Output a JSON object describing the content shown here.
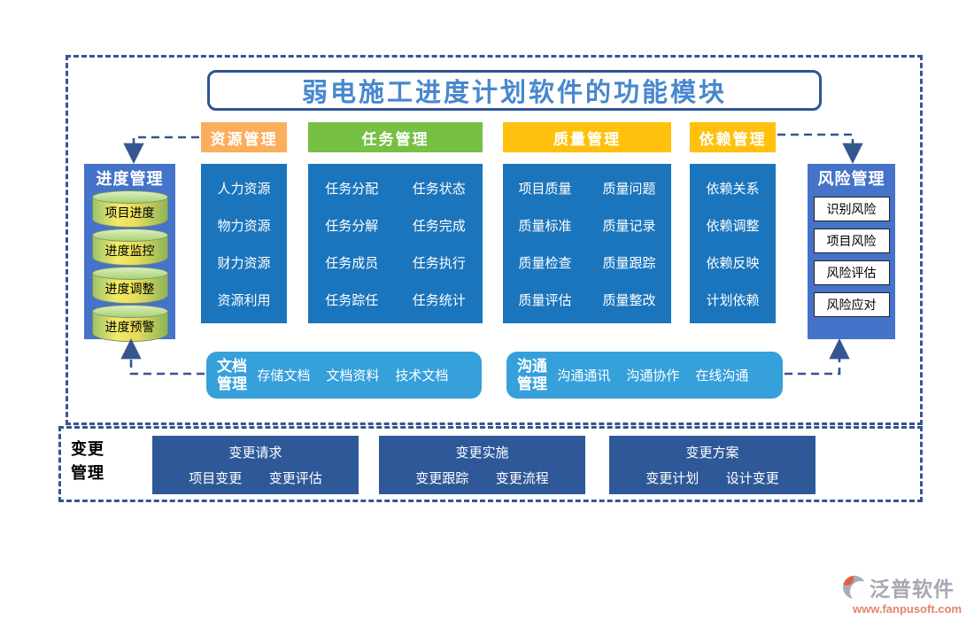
{
  "title": "弱电施工进度计划软件的功能模块",
  "colors": {
    "deep_blue": "#1B75BC",
    "panel_blue": "#4573C9",
    "sky_blue": "#36A0DB",
    "navy": "#2E5898",
    "orange": "#FBAE5B",
    "green": "#76C043",
    "gold": "#FFC10D",
    "dash_border": "#35568F",
    "title_text": "#4788CE",
    "logo_grey": "#A7A7B3",
    "logo_url_color": "#E4826E"
  },
  "left_panel": {
    "title": "进度管理",
    "items": [
      "项目进度",
      "进度监控",
      "进度调整",
      "进度预警"
    ]
  },
  "right_panel": {
    "title": "风险管理",
    "items": [
      "识别风险",
      "项目风险",
      "风险评估",
      "风险应对"
    ]
  },
  "columns": [
    {
      "title": "资源管理",
      "items": [
        "人力资源",
        "物力资源",
        "财力资源",
        "资源利用"
      ]
    },
    {
      "title": "任务管理",
      "rows": [
        [
          "任务分配",
          "任务状态"
        ],
        [
          "任务分解",
          "任务完成"
        ],
        [
          "任务成员",
          "任务执行"
        ],
        [
          "任务踪任",
          "任务统计"
        ]
      ]
    },
    {
      "title": "质量管理",
      "rows": [
        [
          "项目质量",
          "质量问题"
        ],
        [
          "质量标准",
          "质量记录"
        ],
        [
          "质量检查",
          "质量跟踪"
        ],
        [
          "质量评估",
          "质量整改"
        ]
      ]
    },
    {
      "title": "依赖管理",
      "items": [
        "依赖关系",
        "依赖调整",
        "依赖反映",
        "计划依赖"
      ]
    }
  ],
  "doc_bar": {
    "title": "文档管理",
    "items": [
      "存储文档",
      "文档资料",
      "技术文档"
    ]
  },
  "comm_bar": {
    "title": "沟通管理",
    "items": [
      "沟通通讯",
      "沟通协作",
      "在线沟通"
    ]
  },
  "change_section": {
    "label": "变更管理",
    "groups": [
      {
        "title": "变更请求",
        "items": [
          "项目变更",
          "变更评估"
        ]
      },
      {
        "title": "变更实施",
        "items": [
          "变更跟踪",
          "变更流程"
        ]
      },
      {
        "title": "变更方案",
        "items": [
          "变更计划",
          "设计变更"
        ]
      }
    ]
  },
  "logo": {
    "name": "泛普软件",
    "url": "www.fanpusoft.com"
  }
}
